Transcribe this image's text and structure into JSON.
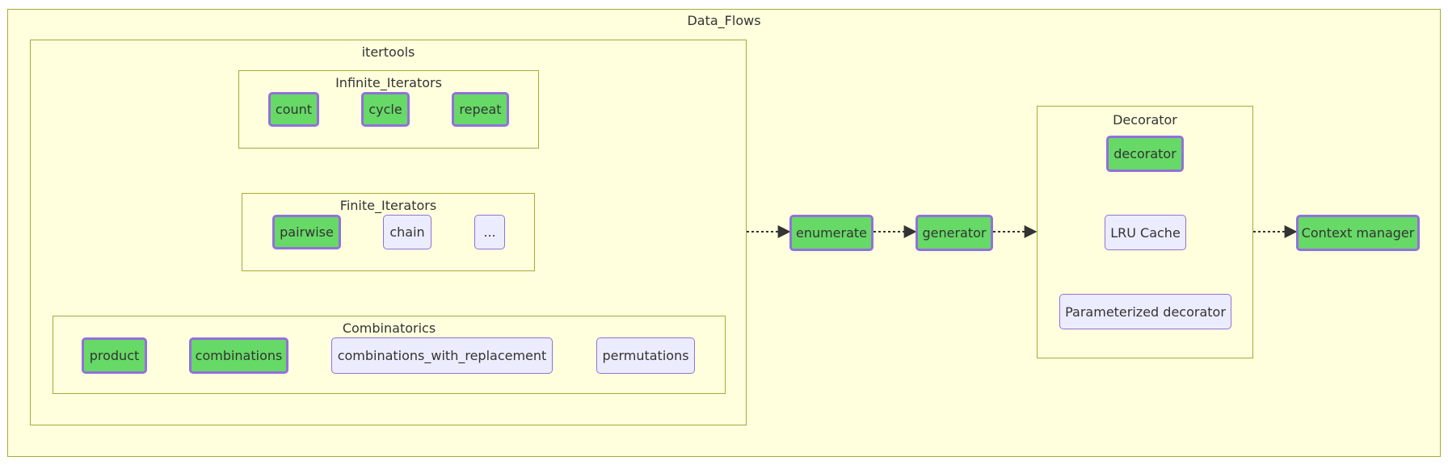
{
  "colors": {
    "cluster_fill": "#ffffde",
    "cluster_stroke": "#aaaa33",
    "highlight_fill": "#66d966",
    "highlight_stroke": "#9370db",
    "node_fill": "#ececff",
    "edge": "#333333"
  },
  "diagram": {
    "outer": {
      "title": "Data_Flows"
    },
    "itertools": {
      "title": "itertools",
      "infinite": {
        "title": "Infinite_Iterators",
        "nodes": [
          "count",
          "cycle",
          "repeat"
        ]
      },
      "finite": {
        "title": "Finite_Iterators",
        "nodes": [
          "pairwise",
          "chain",
          "..."
        ]
      },
      "combinatorics": {
        "title": "Combinatorics",
        "nodes": [
          "product",
          "combinations",
          "combinations_with_replacement",
          "permutations"
        ]
      }
    },
    "flow": {
      "enumerate": "enumerate",
      "generator": "generator",
      "context_manager": "Context manager"
    },
    "decorator_group": {
      "title": "Decorator",
      "nodes": [
        "decorator",
        "LRU Cache",
        "Parameterized decorator"
      ]
    },
    "edges": [
      {
        "from": "itertools",
        "to": "enumerate",
        "style": "dotted"
      },
      {
        "from": "enumerate",
        "to": "generator",
        "style": "dotted"
      },
      {
        "from": "generator",
        "to": "Decorator",
        "style": "dotted"
      },
      {
        "from": "Decorator",
        "to": "Context manager",
        "style": "dotted"
      }
    ]
  }
}
